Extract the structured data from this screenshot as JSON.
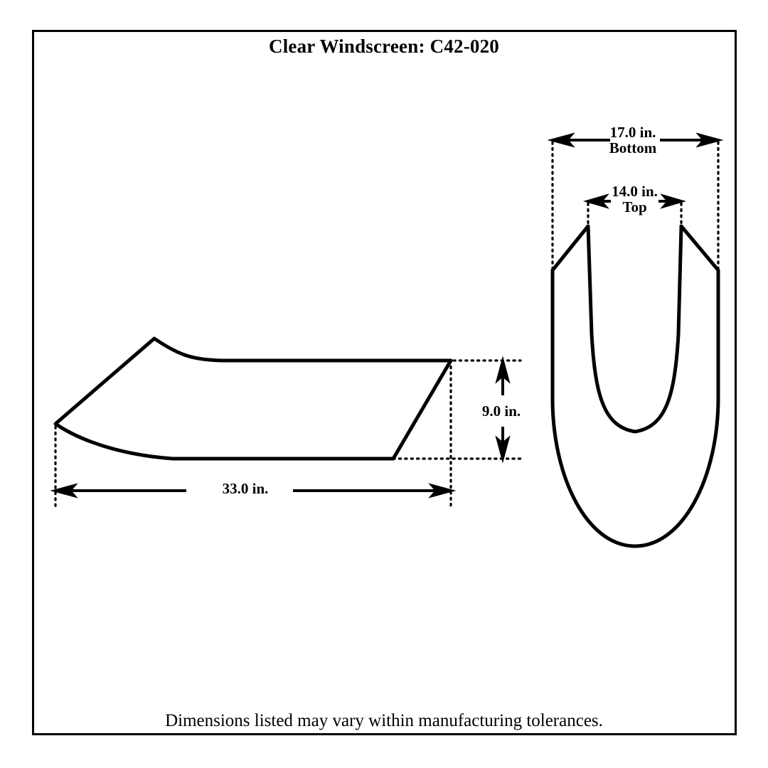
{
  "sheet": {
    "title": "Clear Windscreen: C42-020",
    "note": "Dimensions listed may vary within manufacturing tolerances.",
    "border_color": "#000000",
    "background_color": "#ffffff",
    "line_color": "#000000"
  },
  "views": {
    "side_profile": {
      "name": "side-profile-view",
      "dimensions": {
        "length": {
          "value": "33.0 in.",
          "orientation": "horizontal"
        },
        "height": {
          "value": "9.0 in.",
          "orientation": "vertical"
        }
      }
    },
    "front": {
      "name": "front-view",
      "dimensions": {
        "bottom_width": {
          "value": "17.0 in.",
          "qualifier": "Bottom"
        },
        "top_width": {
          "value": "14.0 in.",
          "qualifier": "Top"
        }
      }
    }
  },
  "chart_data": {
    "type": "diagram",
    "title": "Clear Windscreen: C42-020",
    "labels": [
      "17.0 in.",
      "Bottom",
      "14.0 in.",
      "Top",
      "9.0 in.",
      "33.0 in."
    ],
    "measurements": [
      {
        "label": "17.0 in.",
        "sublabel": "Bottom",
        "value": 17.0,
        "unit": "in.",
        "axis": "width",
        "view": "front"
      },
      {
        "label": "14.0 in.",
        "sublabel": "Top",
        "value": 14.0,
        "unit": "in.",
        "axis": "width",
        "view": "front"
      },
      {
        "label": "9.0 in.",
        "sublabel": "",
        "value": 9.0,
        "unit": "in.",
        "axis": "height",
        "view": "side-profile"
      },
      {
        "label": "33.0 in.",
        "sublabel": "",
        "value": 33.0,
        "unit": "in.",
        "axis": "length",
        "view": "side-profile"
      }
    ]
  }
}
